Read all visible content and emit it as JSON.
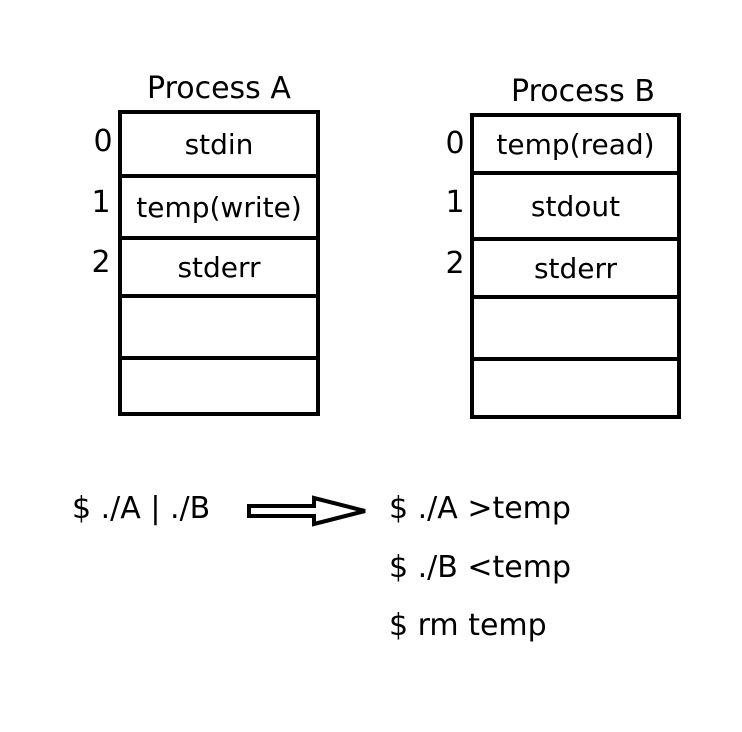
{
  "process_a": {
    "title": "Process A",
    "fds": [
      {
        "index": "0",
        "entry": "stdin"
      },
      {
        "index": "1",
        "entry": "temp(write)"
      },
      {
        "index": "2",
        "entry": "stderr"
      },
      {
        "index": "",
        "entry": ""
      },
      {
        "index": "",
        "entry": ""
      }
    ]
  },
  "process_b": {
    "title": "Process B",
    "fds": [
      {
        "index": "0",
        "entry": "temp(read)"
      },
      {
        "index": "1",
        "entry": "stdout"
      },
      {
        "index": "2",
        "entry": "stderr"
      },
      {
        "index": "",
        "entry": ""
      },
      {
        "index": "",
        "entry": ""
      }
    ]
  },
  "pipeline_command": "$ ./A | ./B",
  "equivalent_commands": [
    "$ ./A >temp",
    "$ ./B <temp",
    "$ rm temp"
  ]
}
